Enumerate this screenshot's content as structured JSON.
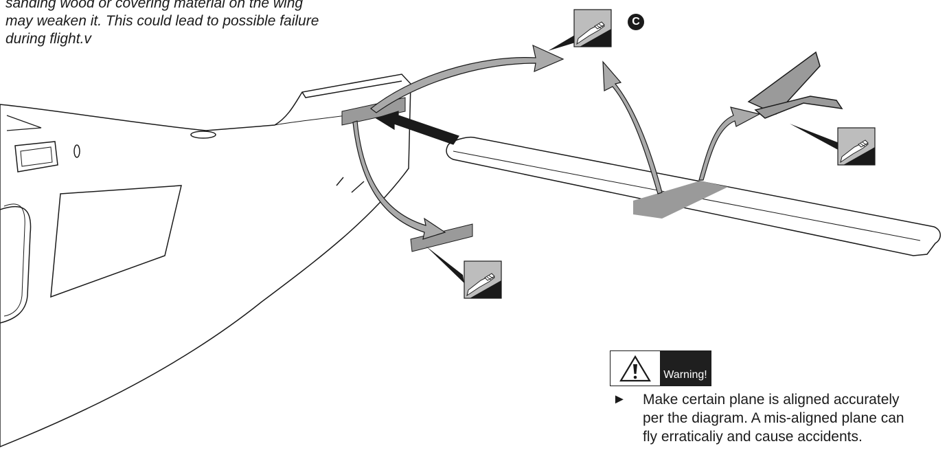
{
  "intro": {
    "lines": [
      "sanding wood or covering material on the wing",
      "may weaken it. This could lead to possible failure",
      "during flight.v"
    ]
  },
  "step_badge": "C",
  "warning": {
    "label": "Warning!",
    "bullet": "►",
    "text_lines": [
      "Make certain plane is aligned accurately",
      "per the diagram. A mis-aligned plane can",
      "fly erraticaliy and cause accidents."
    ]
  },
  "icons": [
    "warning-triangle-icon",
    "sanding-block-icon",
    "arrow-icon"
  ],
  "colors": {
    "line": "#1a1a1a",
    "tape_gray": "#9a9a9a",
    "arrow_gray": "#aaaaaa",
    "dark": "#1f1f1f"
  }
}
